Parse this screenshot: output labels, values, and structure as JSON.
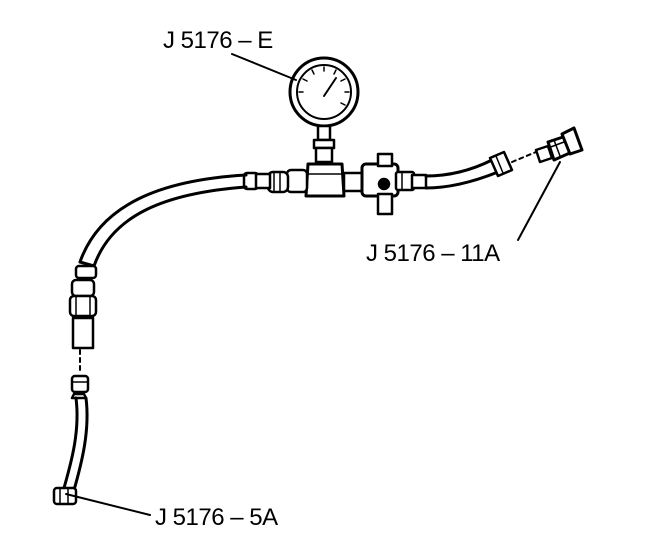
{
  "labels": {
    "gauge": "J 5176 – E",
    "adapter": "J 5176 – 11A",
    "hose": "J 5176 – 5A"
  },
  "colors": {
    "ink": "#000000",
    "paper": "#ffffff"
  }
}
